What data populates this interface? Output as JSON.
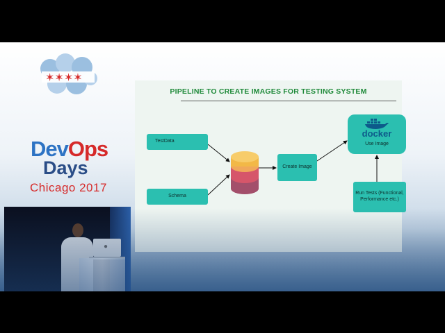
{
  "logo": {
    "dev": "Dev",
    "ops": "Ops",
    "days": "Days",
    "city": "Chicago 2017",
    "colors": {
      "blue": "#2d73c4",
      "red": "#d62a2a",
      "navy": "#2a4d87",
      "brain": "#9bbfe0"
    }
  },
  "slide": {
    "title": "PIPELINE TO CREATE IMAGES FOR TESTING SYSTEM",
    "nodes": {
      "testdata": "TestData",
      "schema": "Schema",
      "create_image": "Create Image",
      "docker_brand": "docker",
      "use_image": "Use Image",
      "run_tests": "Run Tests (Functional, Performance etc.)"
    },
    "database_colors": [
      "#f2b847",
      "#d6566a",
      "#a34f6b"
    ],
    "accent": "#2bbfb0",
    "title_color": "#1f8a3a"
  },
  "video": {
    "icons": [
      "apple-icon"
    ]
  }
}
